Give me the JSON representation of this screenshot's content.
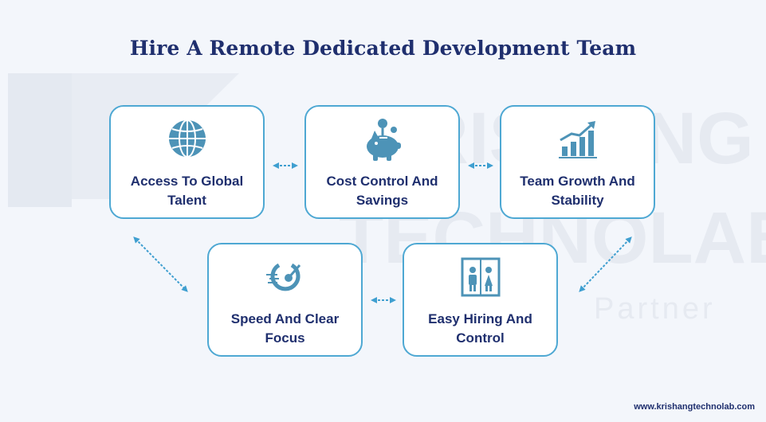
{
  "title": "Hire A Remote Dedicated Development Team",
  "watermark": {
    "line1": "KRISHANG",
    "line2": "TECHNOLAB",
    "line3": "Partner"
  },
  "cards": [
    {
      "label": "Access To Global Talent",
      "icon": "globe-icon"
    },
    {
      "label": "Cost Control And Savings",
      "icon": "piggy-bank-icon"
    },
    {
      "label": "Team Growth And Stability",
      "icon": "growth-chart-icon"
    },
    {
      "label": "Speed And Clear Focus",
      "icon": "target-speed-icon"
    },
    {
      "label": "Easy Hiring And Control",
      "icon": "people-board-icon"
    }
  ],
  "footer": {
    "url": "www.krishangtechnolab.com"
  },
  "colors": {
    "title": "#1f2f6e",
    "border": "#4ea8d3",
    "icon": "#4d93b7",
    "arrow": "#3f9fd0"
  }
}
